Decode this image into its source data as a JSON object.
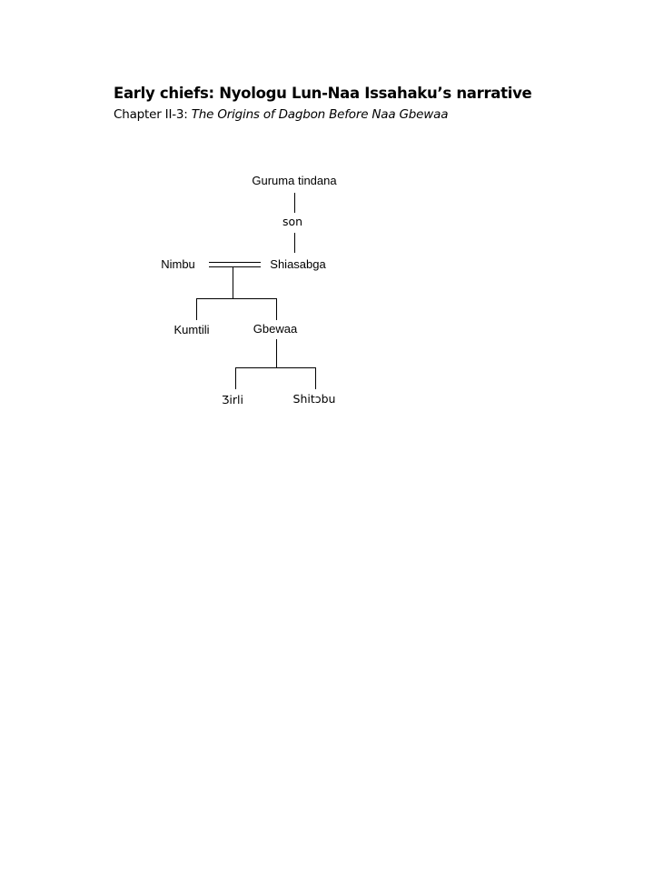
{
  "header": {
    "title": "Early chiefs:  Nyologu Lun-Naa Issahaku’s narrative",
    "subtitle_prefix": "Chapter II-3:  ",
    "subtitle_italic": "The Origins of Dagbon Before Naa Gbewaa"
  },
  "tree": {
    "guruma_tindana": "Guruma tindana",
    "son_label": "son",
    "nimbu": "Nimbu",
    "shiasabga": "Shiasabga",
    "kumtili": "Kumtili",
    "gbewaa": "Gbewaa",
    "zirli": "Ʒirli",
    "shitobu": "Shitɔbu"
  }
}
